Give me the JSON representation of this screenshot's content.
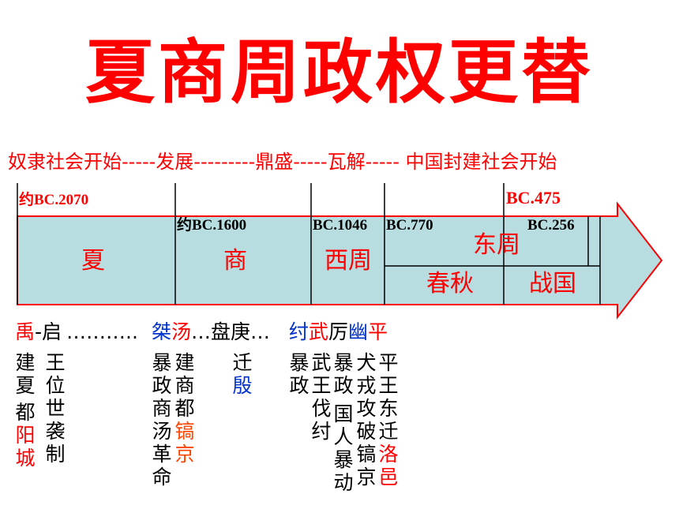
{
  "title": "夏商周政权更替",
  "stages": [
    "奴隶社会开始-----",
    "发展---------",
    "鼎盛-----",
    "瓦解-----",
    " 中国封建社会开始"
  ],
  "dates": {
    "xia_start": "约BC.2070",
    "shang_start": "约BC.1600",
    "xizhou_start": "BC.1046",
    "dongzhou_start": "BC.770",
    "zhanguo_start": "BC.475",
    "dongzhou_end": "BC.256"
  },
  "eras": {
    "xia": "夏",
    "shang": "商",
    "xizhou": "西周",
    "dongzhou": "东周",
    "chunqiu": "春秋",
    "zhanguo": "战国"
  },
  "rulers": {
    "yu": "禹",
    "dash": "-",
    "qi": "启",
    "dots1": "………..",
    "jie": "桀",
    "tang": "汤",
    "dots2": "…",
    "pangeng": "盘庚",
    "dots3": "…",
    "zhou": "纣",
    "wu": "武",
    "li": "厉",
    "you": "幽",
    "ping": "平"
  },
  "events": {
    "yu_a": "建夏",
    "yu_b": "都",
    "yu_c": "阳城",
    "qi": "王位世袭制",
    "jie": "暴政商汤革命",
    "tang_a": "建商都",
    "tang_b": "镐京",
    "pangeng_a": "迁",
    "pangeng_b": "殷",
    "zhou": "暴政",
    "wu": "武王伐纣",
    "li_a": "暴政",
    "li_b": "国人暴动",
    "you": "犬戎攻破镐京",
    "ping_a": "平王东迁",
    "ping_b": "洛邑"
  },
  "colors": {
    "title": "#ff0000",
    "arrow_fill": "#b7dde0",
    "arrow_stroke": "#ff0000",
    "divider": "#000000",
    "blue_text": "#0033cc",
    "orange_text": "#ff4500"
  }
}
